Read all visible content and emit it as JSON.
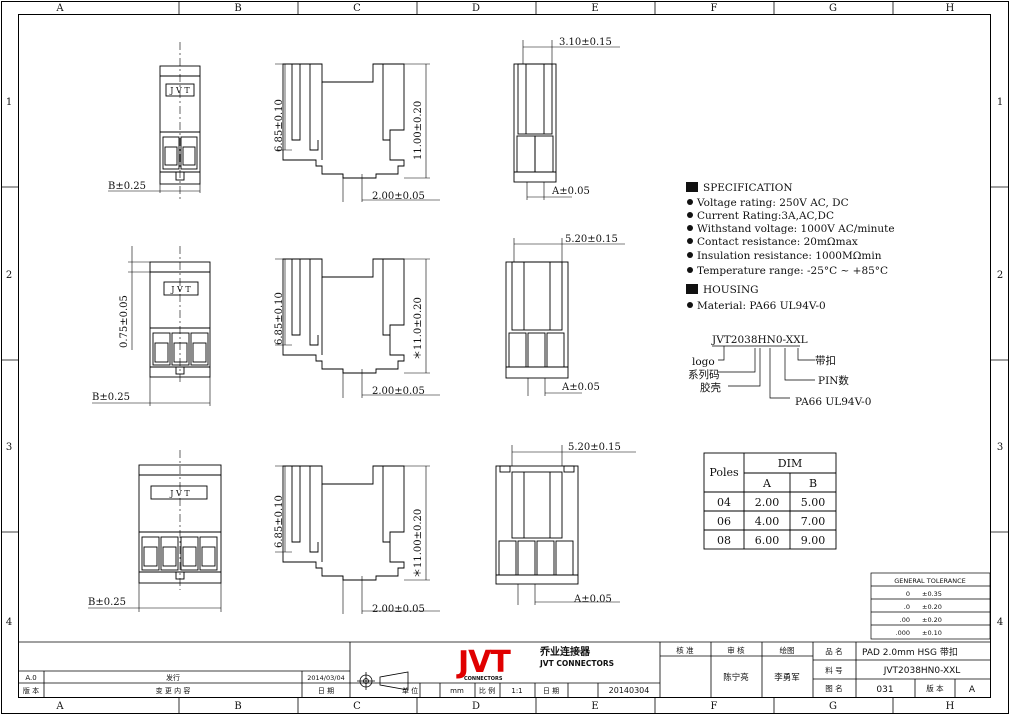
{
  "grid": {
    "cols": [
      "A",
      "B",
      "C",
      "D",
      "E",
      "F",
      "G",
      "H"
    ],
    "rows": [
      "1",
      "2",
      "3",
      "4"
    ]
  },
  "views": {
    "label_text": "J V T",
    "dim_b": "B±0.25",
    "dim_a": "A±0.05",
    "dim_pitch": "2.00±0.05",
    "dim_height": "6.85±0.10",
    "dim_width_small": "3.10±0.15",
    "dim_width_large": "5.20±0.15",
    "dim_width_large_b": "5.20±0.15",
    "dim_len_1": "11.00±0.20",
    "dim_len_2": "＊11.0±0.20",
    "dim_len_3": "＊11.00±0.20",
    "dim_075": "0.75±0.05"
  },
  "spec": {
    "title": "SPECIFICATION",
    "items": [
      "Voltage rating: 250V AC, DC",
      "Current Rating:3A,AC,DC",
      "Withstand voltage: 1000V AC/minute",
      "Contact resistance: 20mΩmax",
      "Insulation resistance: 1000MΩmin",
      "Temperature range: -25°C ~ +85°C"
    ],
    "housing_title": "HOUSING",
    "material": "Material: PA66 UL94V-0"
  },
  "part_code": {
    "code": "JVT2038HN0-XXL",
    "logo": "logo",
    "series": "系列码",
    "shell": "胶壳",
    "buckle": "带扣",
    "pin": "PIN数",
    "material": "PA66 UL94V-0"
  },
  "dim_table": {
    "poles_header": "Poles",
    "dim_header": "DIM",
    "col_a": "A",
    "col_b": "B",
    "rows": [
      {
        "poles": "04",
        "a": "2.00",
        "b": "5.00"
      },
      {
        "poles": "06",
        "a": "4.00",
        "b": "7.00"
      },
      {
        "poles": "08",
        "a": "6.00",
        "b": "9.00"
      }
    ]
  },
  "tolerance": {
    "title": "GENERAL TOLERANCE",
    "rows": [
      {
        "k": "0",
        "v": "±0.35"
      },
      {
        "k": ".0",
        "v": "±0.20"
      },
      {
        "k": ".00",
        "v": "±0.20"
      },
      {
        "k": ".000",
        "v": "±0.10"
      }
    ]
  },
  "title_block": {
    "rev_code": "A.0",
    "rev_action": "发行",
    "rev_date": "2014/03/04",
    "rev_label": "版 本",
    "change_label": "变  更  内  容",
    "date_label": "日  期",
    "company_cn": "乔业连接器",
    "company_en": "JVT CONNECTORS",
    "logo": "JVT",
    "logo_sub": "CONNECTORS",
    "unit_label": "单 位",
    "unit": "mm",
    "scale_label": "比 例",
    "scale": "1:1",
    "date_label2": "日 期",
    "date": "20140304",
    "approve_label": "核  准",
    "review_label": "审  核",
    "draw_label": "绘图",
    "reviewer": "陈宁亮",
    "drafter": "李勇军",
    "name_label": "品 名",
    "name": "PAD 2.0mm HSG 带扣",
    "part_label": "料 号",
    "part": "JVT2038HN0-XXL",
    "drawing_label": "图 名",
    "drawing_no": "031",
    "version_label": "版 本",
    "version": "A"
  }
}
